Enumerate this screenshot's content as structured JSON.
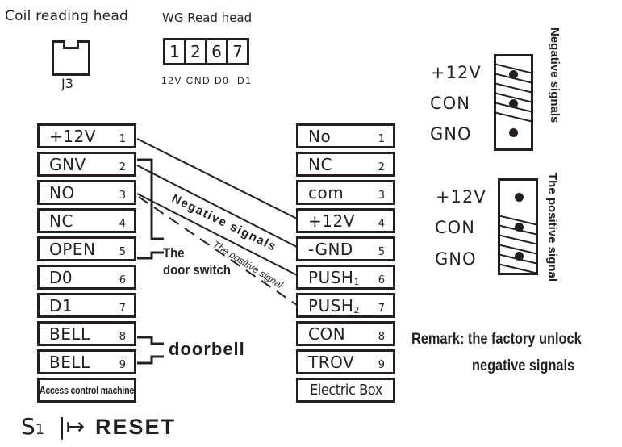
{
  "header": {
    "coil_title": "Coil reading head",
    "coil_connector": "J3",
    "wg_title": "WG Read head",
    "wg_pins": [
      "1",
      "2",
      "6",
      "7"
    ],
    "wg_pin_labels": "12V CND D0  D1"
  },
  "access_control": {
    "title": "Access control machine",
    "terminals": [
      {
        "label": "+12V",
        "num": "1"
      },
      {
        "label": "GNV",
        "num": "2"
      },
      {
        "label": "NO",
        "num": "3"
      },
      {
        "label": "NC",
        "num": "4"
      },
      {
        "label": "OPEN",
        "num": "5"
      },
      {
        "label": "D0",
        "num": "6"
      },
      {
        "label": "D1",
        "num": "7"
      },
      {
        "label": "BELL",
        "num": "8"
      },
      {
        "label": "BELL",
        "num": "9"
      }
    ]
  },
  "electric_box": {
    "title": "Electric Box",
    "terminals": [
      {
        "label": "No",
        "sub": "",
        "num": "1"
      },
      {
        "label": "NC",
        "sub": "",
        "num": "2"
      },
      {
        "label": "com",
        "sub": "",
        "num": "3"
      },
      {
        "label": "+12V",
        "sub": "",
        "num": "4"
      },
      {
        "label": "-GND",
        "sub": "",
        "num": "5"
      },
      {
        "label": "PUSH",
        "sub": "1",
        "num": "6"
      },
      {
        "label": "PUSH",
        "sub": "2",
        "num": "7"
      },
      {
        "label": "CON",
        "sub": "",
        "num": "8"
      },
      {
        "label": "TROV",
        "sub": "",
        "num": "9"
      }
    ]
  },
  "annotations": {
    "negative_signals": "Negative signals",
    "positive_signal": "The positive signal",
    "door_switch_line1": "The",
    "door_switch_line2": "door switch",
    "doorbell": "doorbell",
    "remark_line1": "Remark: the factory unlock",
    "remark_line2": "negative signals"
  },
  "jumpers": [
    {
      "title": "Negative signals",
      "labels": [
        "+12V",
        "CON",
        "GNO"
      ],
      "bridged": "upper"
    },
    {
      "title": "The positive signal",
      "labels": [
        "+12V",
        "CON",
        "GNO"
      ],
      "bridged": "lower"
    }
  ],
  "reset": {
    "switch_label": "S",
    "switch_sub": "1",
    "symbol": "|↦",
    "label": "RESET"
  }
}
